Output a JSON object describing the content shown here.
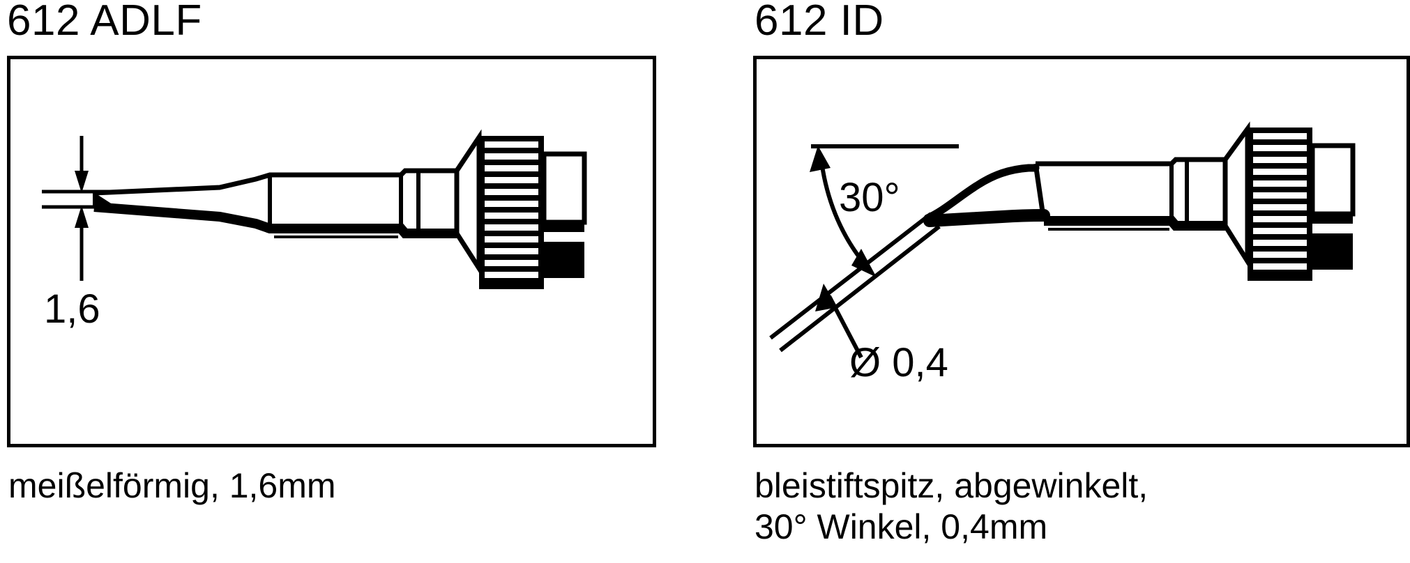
{
  "document": {
    "type": "technical-drawing-sheet",
    "subject": "soldering-tip-specifications",
    "language": "de",
    "background_color": "#ffffff",
    "line_color": "#000000"
  },
  "panels": [
    {
      "id": "panel-left",
      "title": "612 ADLF",
      "caption_lines": [
        "meißelförmig, 1,6mm"
      ],
      "annotations": [
        {
          "name": "tip-width-dimension",
          "label": "1,6",
          "unit": "mm",
          "kind": "linear-dimension",
          "orientation": "vertical",
          "description": "chisel tip blade width measured between two extension lines"
        }
      ],
      "drawing": {
        "view": "side-elevation",
        "tip_style": "chisel",
        "components": [
          "chisel-blade",
          "tapered-shank",
          "cylindrical-barrel",
          "collar-ring",
          "knurled-nut",
          "rear-connector"
        ],
        "knurl_stripe_count": 13
      }
    },
    {
      "id": "panel-right",
      "title": "612 ID",
      "caption_lines": [
        "bleistiftspitz, abgewinkelt,",
        "30° Winkel, 0,4mm"
      ],
      "annotations": [
        {
          "name": "bend-angle-dimension",
          "label": "30°",
          "unit": "degrees",
          "kind": "angular-dimension",
          "description": "bend angle of the pencil point relative to the horizontal reference line"
        },
        {
          "name": "tip-diameter-dimension",
          "label": "Ø 0,4",
          "unit": "mm",
          "kind": "diameter-leader",
          "description": "point diameter callout with leader arrow to the tip apex"
        }
      ],
      "drawing": {
        "view": "side-elevation",
        "tip_style": "pencil-point-bent",
        "bend_angle_degrees": 30,
        "components": [
          "bent-pencil-point",
          "conical-shank",
          "cylindrical-barrel",
          "collar-ring",
          "knurled-nut",
          "rear-connector"
        ],
        "knurl_stripe_count": 13
      }
    }
  ]
}
